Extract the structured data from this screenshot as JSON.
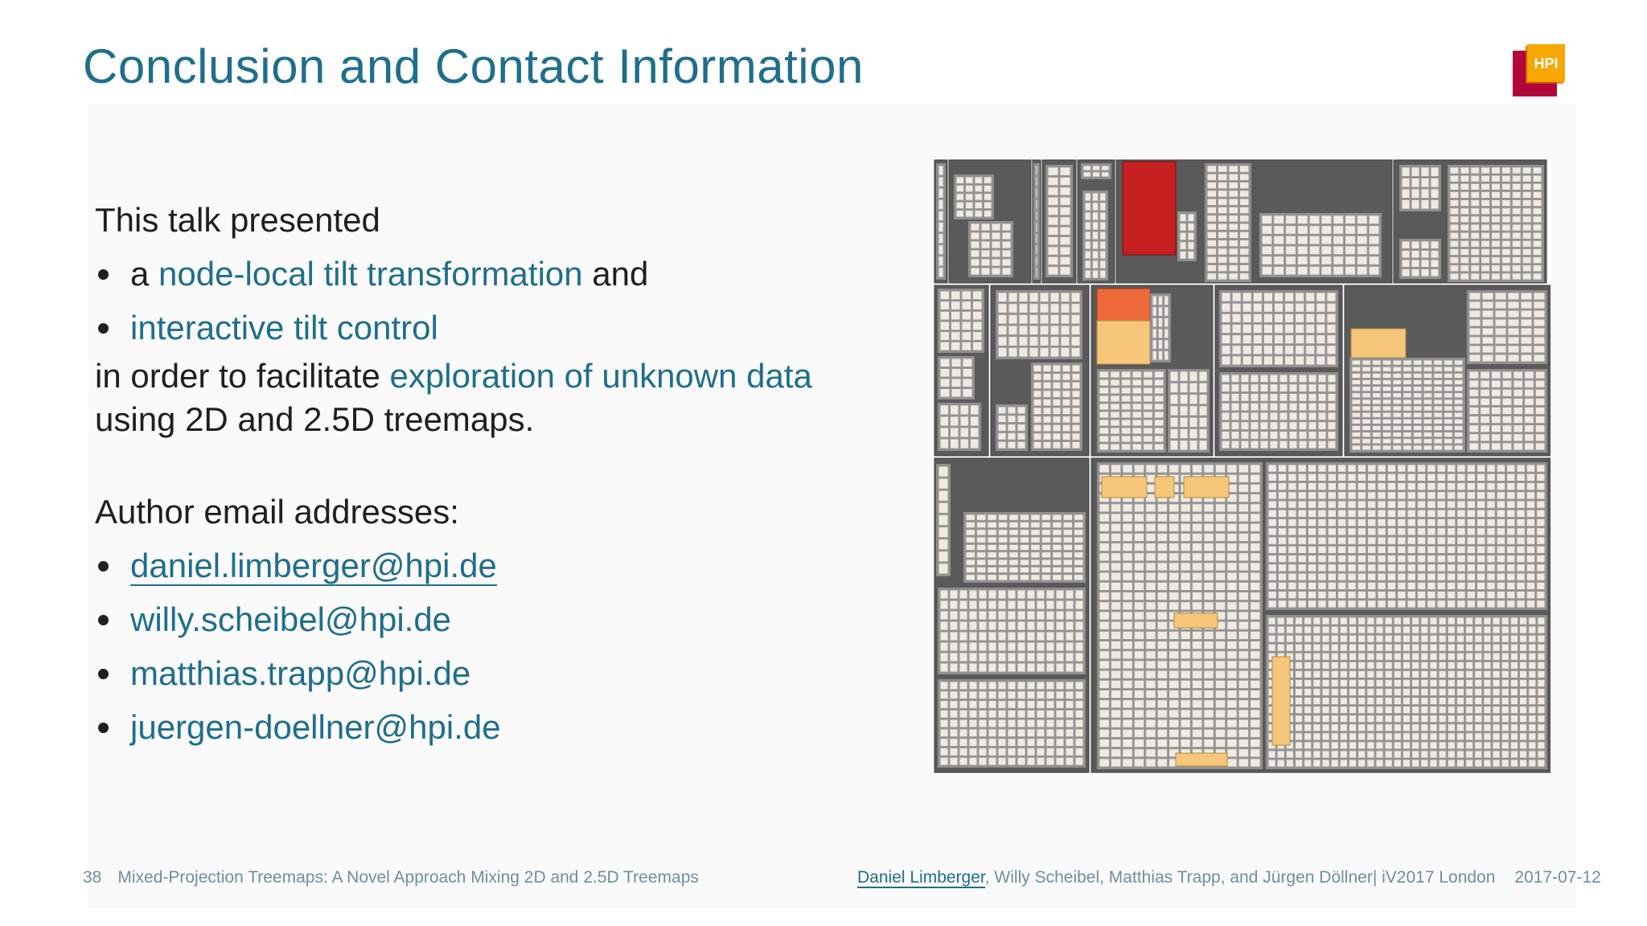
{
  "slide": {
    "title": "Conclusion and Contact Information",
    "logo_text": "HPI"
  },
  "content": {
    "intro": "This talk presented",
    "bullet1_prefix": "a ",
    "bullet1_highlight": "node-local tilt transformation",
    "bullet1_suffix": " and",
    "bullet2_highlight": "interactive tilt control",
    "purpose_prefix": "in order to facilitate ",
    "purpose_highlight": "exploration of unknown data",
    "purpose_line2": "using 2D and 2.5D treemaps.",
    "emails_heading": "Author email addresses:",
    "emails": [
      "daniel.limberger@hpi.de",
      "willy.scheibel@hpi.de",
      "matthias.trapp@hpi.de",
      "juergen-doellner@hpi.de"
    ]
  },
  "footer": {
    "page_number": "38",
    "talk_title": "Mixed-Projection Treemaps: A Novel Approach Mixing 2D and 2.5D Treemaps",
    "first_author": "Daniel Limberger",
    "other_authors": ", Willy Scheibel, Matthias Trapp, and Jürgen Döllner| iV2017 London",
    "date": "2017-07-12"
  },
  "colors": {
    "accent": "#1f6e8c",
    "text": "#1f1f1f",
    "footer": "#6e8f9d",
    "treemap_group": "#5a5a5a",
    "treemap_leaf": "#efeae2",
    "treemap_light_orange": "#f6c77a",
    "treemap_orange": "#ee6a3a",
    "treemap_red": "#c61f1f",
    "logo_red": "#b1063a",
    "logo_orange": "#f6a800"
  }
}
